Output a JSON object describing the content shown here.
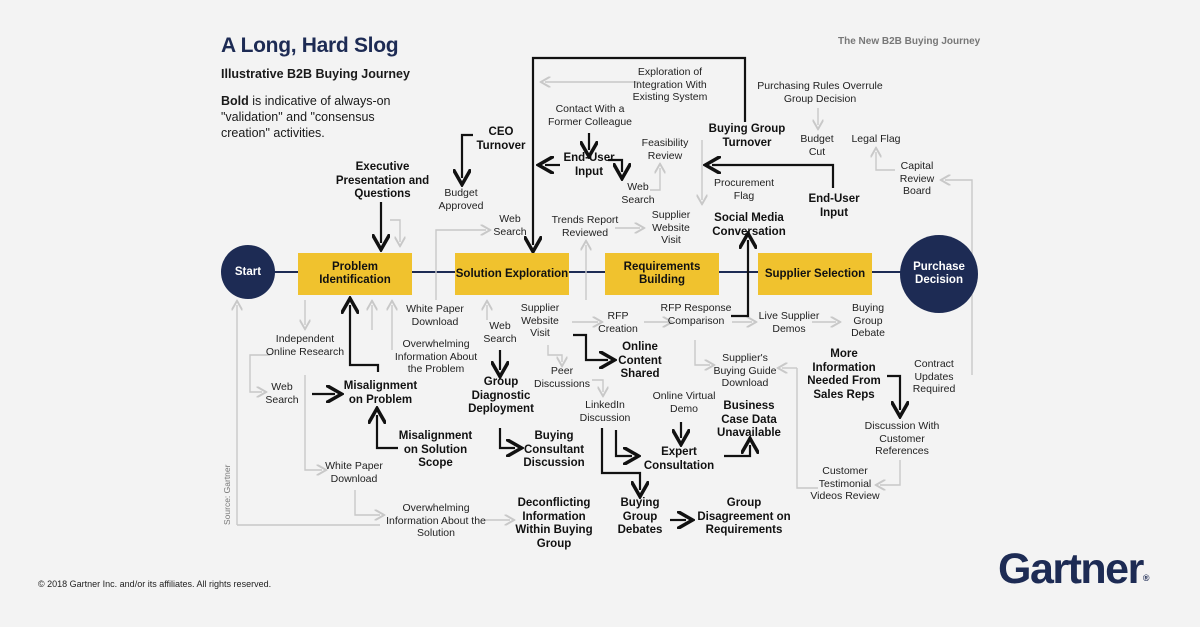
{
  "header": {
    "title": "A Long, Hard Slog",
    "subtitle": "Illustrative B2B Buying Journey",
    "legend_bold": "Bold",
    "legend_rest": " is indicative of always-on \"validation\" and \"consensus creation\" activities.",
    "top_right": "The New B2B Buying Journey"
  },
  "footer": {
    "copyright": "© 2018 Gartner Inc. and/or its affiliates. All rights reserved.",
    "logo": "Gartner",
    "logo_mark": "®",
    "source": "Source: Gartner"
  },
  "colors": {
    "navy": "#1d2b54",
    "yellow": "#f0c22e",
    "background": "#f3f3f3",
    "light_arrow": "#c8c8c8",
    "dark_arrow": "#111111"
  },
  "timeline": {
    "start": "Start",
    "end": "Purchase Decision",
    "stages": [
      "Problem Identification",
      "Solution Exploration",
      "Requirements Building",
      "Supplier Selection"
    ]
  },
  "activities": {
    "bold": {
      "ceo_turnover": "CEO Turnover",
      "exec_presentation": "Executive Presentation and Questions",
      "end_user_input_1": "End-User Input",
      "buying_group_turnover": "Buying Group Turnover",
      "end_user_input_2": "End-User Input",
      "social_media": "Social Media Conversation",
      "misalignment_problem": "Misalignment on Problem",
      "misalignment_scope": "Misalignment on Solution Scope",
      "group_diagnostic": "Group Diagnostic Deployment",
      "online_content": "Online Content Shared",
      "buying_consultant": "Buying Consultant Discussion",
      "expert_consultation": "Expert Consultation",
      "business_case": "Business Case Data Unavailable",
      "more_info": "More Information Needed From Sales Reps",
      "deconflicting": "Deconflicting Information Within Buying Group",
      "buying_group_debates": "Buying Group Debates",
      "group_disagreement": "Group Disagreement on Requirements"
    },
    "regular": {
      "exploration_integration": "Exploration of Integration With Existing System",
      "contact_colleague": "Contact With a Former Colleague",
      "feasibility_review": "Feasibility Review",
      "web_search_top": "Web Search",
      "purchasing_rules": "Purchasing Rules Overrule Group Decision",
      "budget_cut": "Budget Cut",
      "legal_flag": "Legal Flag",
      "capital_review": "Capital Review Board",
      "procurement_flag": "Procurement Flag",
      "budget_approved": "Budget Approved",
      "web_search_mid": "Web Search",
      "trends_report": "Trends Report Reviewed",
      "supplier_site_top": "Supplier Website Visit",
      "white_paper_1": "White Paper Download",
      "supplier_site_low": "Supplier Website Visit",
      "web_search_low": "Web Search",
      "rfp_creation": "RFP Creation",
      "rfp_response": "RFP Response Comparison",
      "live_demos": "Live Supplier Demos",
      "buying_group_debate": "Buying Group Debate",
      "independent_research": "Independent Online Research",
      "overwhelming_problem": "Overwhelming Information About the Problem",
      "web_search_left": "Web Search",
      "peer_discussions": "Peer Discussions",
      "linkedin": "LinkedIn Discussion",
      "buying_guide": "Supplier's Buying Guide Download",
      "virtual_demo": "Online Virtual Demo",
      "contract_updates": "Contract Updates Required",
      "customer_references": "Discussion With Customer References",
      "testimonial_videos": "Customer Testimonial Videos Review",
      "white_paper_2": "White Paper Download",
      "overwhelming_solution": "Overwhelming Information About the Solution"
    }
  }
}
